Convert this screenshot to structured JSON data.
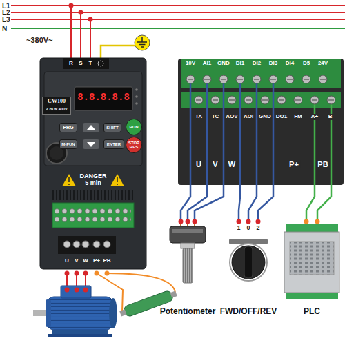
{
  "diagram": {
    "nodes": [
      {
        "text": [
          "CW100",
          "2.2KW 400V"
        ]
      },
      {
        "text": [
          "PRG"
        ],
        "in": 0
      },
      {
        "text": [
          "SHIFT"
        ],
        "in": 0
      },
      {
        "text": [
          "RUN"
        ],
        "in": 0
      },
      {
        "text": [
          "M-FUN"
        ],
        "in": 0
      },
      {
        "text": [
          "ENTER"
        ],
        "in": 0
      },
      {
        "text": [
          "STOP RES"
        ],
        "in": 0
      },
      {
        "text": [
          "10V",
          "AI1",
          "GND",
          "DI1",
          "DI2",
          "DI3",
          "DI4",
          "D5",
          "24V",
          "TA",
          "TC",
          "AOV",
          "AOI",
          "GND",
          "DO1",
          "FM",
          "A+",
          "B-"
        ]
      },
      {
        "text": [
          "Potentiometer"
        ]
      },
      {
        "text": [
          "FWD/OFF/REV"
        ]
      },
      {
        "text": [
          "PLC"
        ]
      }
    ],
    "edges": [
      {
        "from": 7,
        "to": 8,
        "arrow": "none"
      },
      {
        "from": 7,
        "to": 9,
        "arrow": "none"
      },
      {
        "from": 7,
        "to": 10,
        "arrow": "none"
      }
    ],
    "labels": [
      "L1",
      "L2",
      "L3",
      "N",
      "~380V~",
      "R",
      "S",
      "T",
      "8.8.8.8.8",
      "DANGER 5 min",
      "U",
      "V",
      "W",
      "P+",
      "PB",
      "U",
      "V",
      "W",
      "P+",
      "PB",
      "1",
      "0",
      "2"
    ]
  }
}
